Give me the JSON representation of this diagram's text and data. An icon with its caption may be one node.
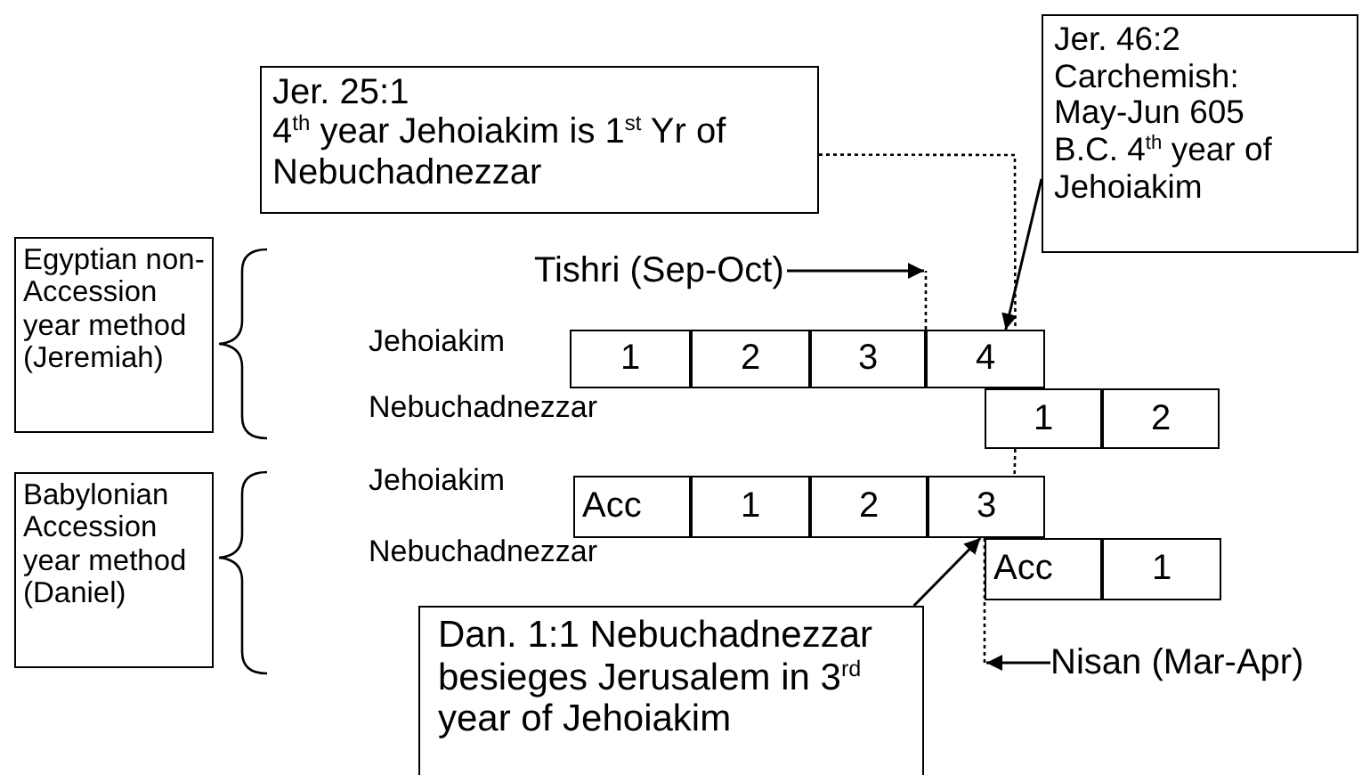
{
  "diagram": {
    "nodes": [
      {
        "text": [
          "Jer. 25:1",
          "4$^{th}$ year Jehoiakim is 1$^{st}$ Yr of Nebuchadnezzar"
        ]
      },
      {
        "text": [
          "Jer. 46:2",
          "Carchemish: May-Jun 605 B.C. 4$^{th}$ year of Jehoiakim"
        ]
      },
      {
        "text": [
          "Egyptian non-Accession year method (Jeremiah)"
        ]
      },
      {
        "text": [
          "Tishri (Sep-Oct)"
        ]
      },
      {
        "text": [
          "1"
        ]
      },
      {
        "text": [
          "2"
        ]
      },
      {
        "text": [
          "3"
        ]
      },
      {
        "text": [
          "4"
        ]
      },
      {
        "text": [
          "1"
        ]
      },
      {
        "text": [
          "2"
        ]
      },
      {
        "text": [
          "Babylonian Accession year method (Daniel)"
        ]
      },
      {
        "text": [
          "Acc"
        ]
      },
      {
        "text": [
          "1"
        ]
      },
      {
        "text": [
          "2"
        ]
      },
      {
        "text": [
          "3"
        ]
      },
      {
        "text": [
          "Acc"
        ]
      },
      {
        "text": [
          "1"
        ]
      },
      {
        "text": [
          "Dan. 1:1 Nebuchadnezzar besieges Jerusalem in 3$^{rd}$ year of Jehoiakim"
        ]
      },
      {
        "text": [
          "Nisan (Mar-Apr)"
        ]
      }
    ],
    "edges": [
      {
        "from": 0,
        "to": 7,
        "arrow": "none",
        "style": "dashed"
      },
      {
        "from": 1,
        "to": 7,
        "arrow": "to"
      },
      {
        "from": 3,
        "to": null,
        "arrow": "to"
      },
      {
        "from": 6,
        "to": null,
        "arrow": "none",
        "style": "dashed"
      },
      {
        "from": 8,
        "to": 14,
        "arrow": "none",
        "style": "dashed"
      },
      {
        "from": 17,
        "to": 14,
        "arrow": "to"
      },
      {
        "from": 15,
        "to": null,
        "arrow": "none",
        "style": "dashed"
      },
      {
        "from": 18,
        "to": null,
        "arrow": "to"
      }
    ],
    "labels": [
      "Jehoiakim",
      "Nebuchadnezzar",
      "Jehoiakim",
      "Nebuchadnezzar"
    ]
  }
}
